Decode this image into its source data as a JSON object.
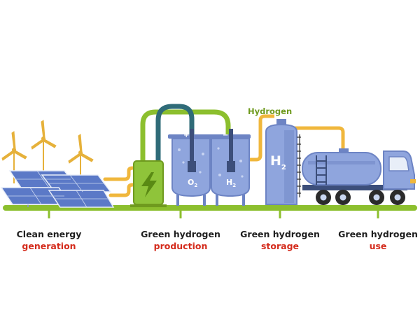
{
  "colors": {
    "ground": "#8cbf2e",
    "pipe_yellow": "#f0b73c",
    "pipe_green": "#8cbf2e",
    "pipe_teal": "#2f6b78",
    "solar_panel": "#5b79c7",
    "tank_blue": "#8fa5dd",
    "tank_dark": "#6d84c4",
    "electrolyzer_green": "#8fc43a",
    "accent_red": "#d42b1c",
    "hydrogen_label": "#6f9a1e",
    "turbine": "#e6b13a"
  },
  "tank_labels": {
    "oxygen": "O",
    "oxygen_sub": "2",
    "hydrogen": "H",
    "hydrogen_sub": "2",
    "storage": "H",
    "storage_sub": "2",
    "plus": "+",
    "minus": "−"
  },
  "pipe_label": "Hydrogen",
  "stages": [
    {
      "line1": "Clean energy",
      "line2": "generation"
    },
    {
      "line1": "Green hydrogen",
      "line2": "production"
    },
    {
      "line1": "Green hydrogen",
      "line2": "storage"
    },
    {
      "line1": "Green hydrogen",
      "line2": "use"
    }
  ]
}
